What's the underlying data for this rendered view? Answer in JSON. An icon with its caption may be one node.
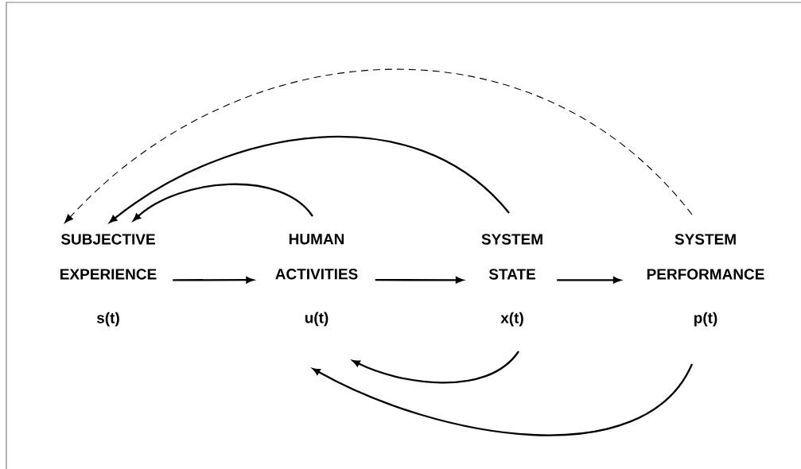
{
  "diagram": {
    "nodes": [
      {
        "text": [
          "SUBJECTIVE EXPERIENCE",
          "s(t)"
        ]
      },
      {
        "text": [
          "HUMAN ACTIVITIES",
          "u(t)"
        ]
      },
      {
        "text": [
          "SYSTEM STATE",
          "x(t)"
        ]
      },
      {
        "text": [
          "SYSTEM PERFORMANCE",
          "p(t)"
        ]
      }
    ],
    "edges": [
      {
        "from": 0,
        "to": 1,
        "arrow": "to"
      },
      {
        "from": 1,
        "to": 2,
        "arrow": "to"
      },
      {
        "from": 2,
        "to": 3,
        "arrow": "to"
      },
      {
        "from": 1,
        "to": 0,
        "arrow": "to"
      },
      {
        "from": 2,
        "to": 0,
        "arrow": "to"
      },
      {
        "from": 3,
        "to": 0,
        "arrow": "to",
        "style": "dashed"
      },
      {
        "from": 2,
        "to": 1,
        "arrow": "to"
      },
      {
        "from": 3,
        "to": 1,
        "arrow": "to"
      }
    ]
  }
}
